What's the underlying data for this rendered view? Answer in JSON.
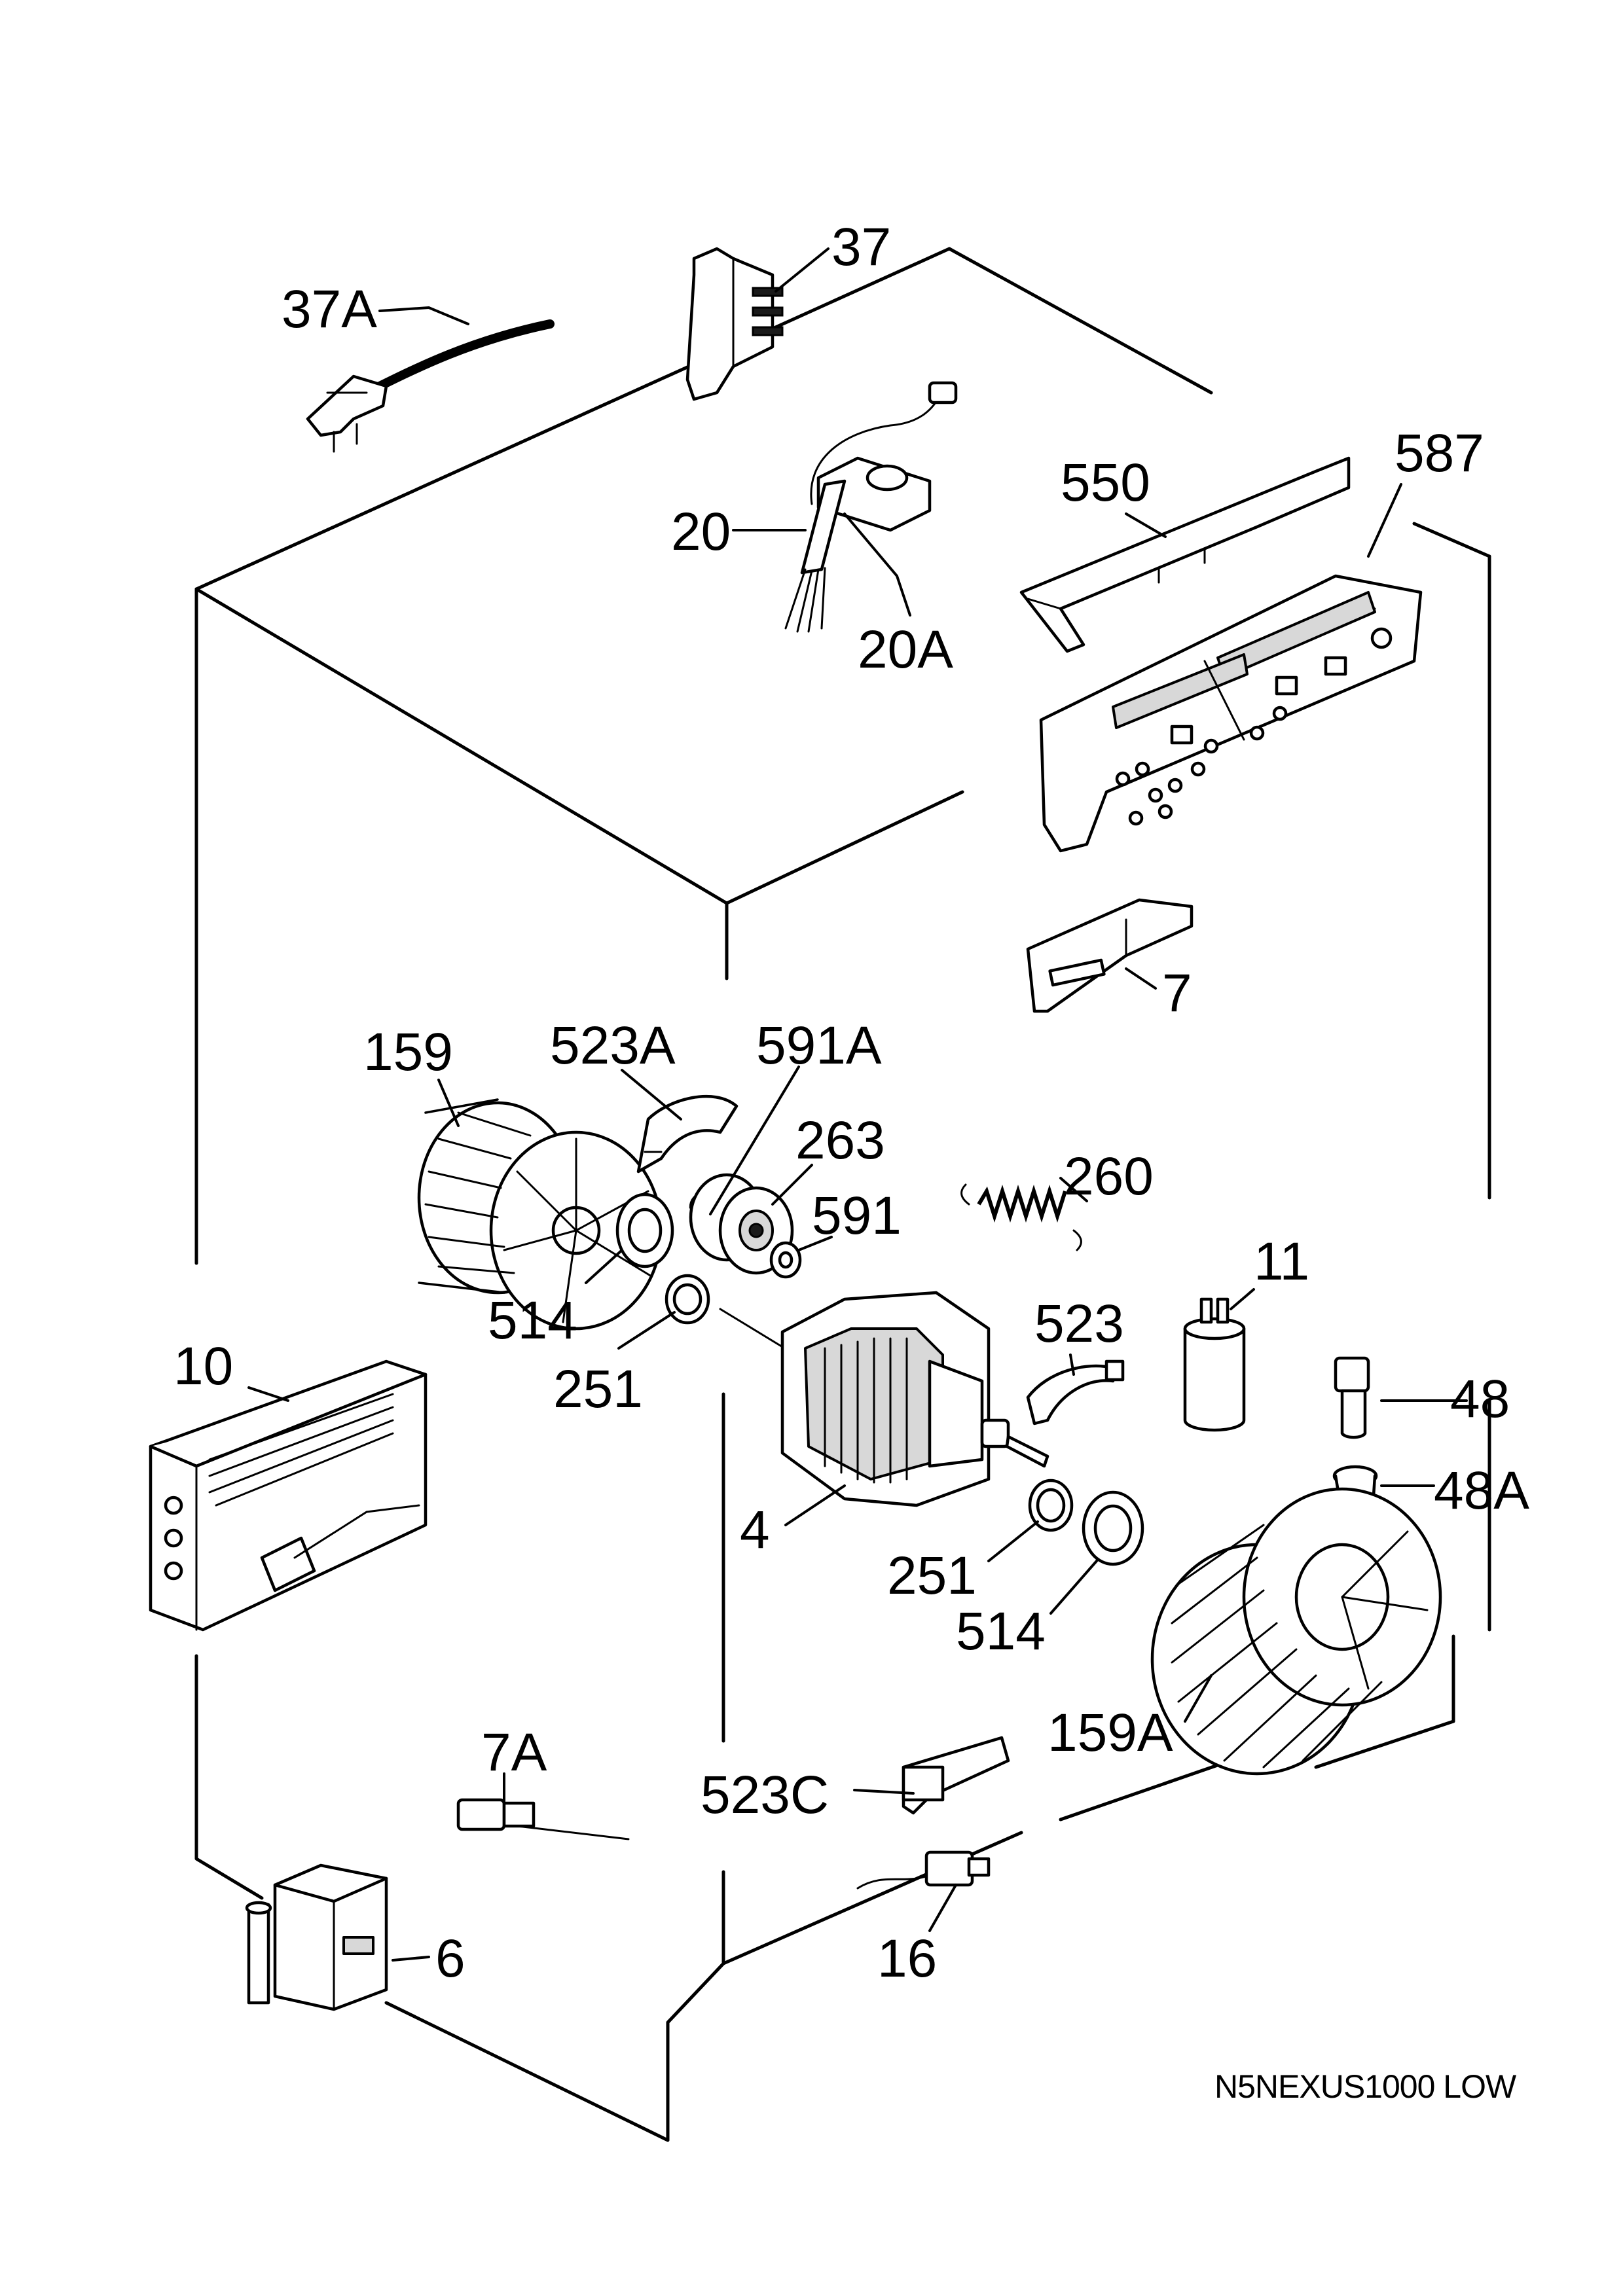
{
  "model_code": "N5NEXUS1000 LOW",
  "part_labels": {
    "p37A": "37A",
    "p37": "37",
    "p20": "20",
    "p20A": "20A",
    "p550": "550",
    "p587": "587",
    "p7": "7",
    "p159": "159",
    "p523A": "523A",
    "p591A": "591A",
    "p263": "263",
    "p591": "591",
    "p260": "260",
    "p11": "11",
    "p514_left": "514",
    "p251_left": "251",
    "p10": "10",
    "p523": "523",
    "p48": "48",
    "p48A": "48A",
    "p4": "4",
    "p251_right": "251",
    "p514_right": "514",
    "p159A": "159A",
    "p7A": "7A",
    "p523C": "523C",
    "p16": "16",
    "p6": "6"
  }
}
